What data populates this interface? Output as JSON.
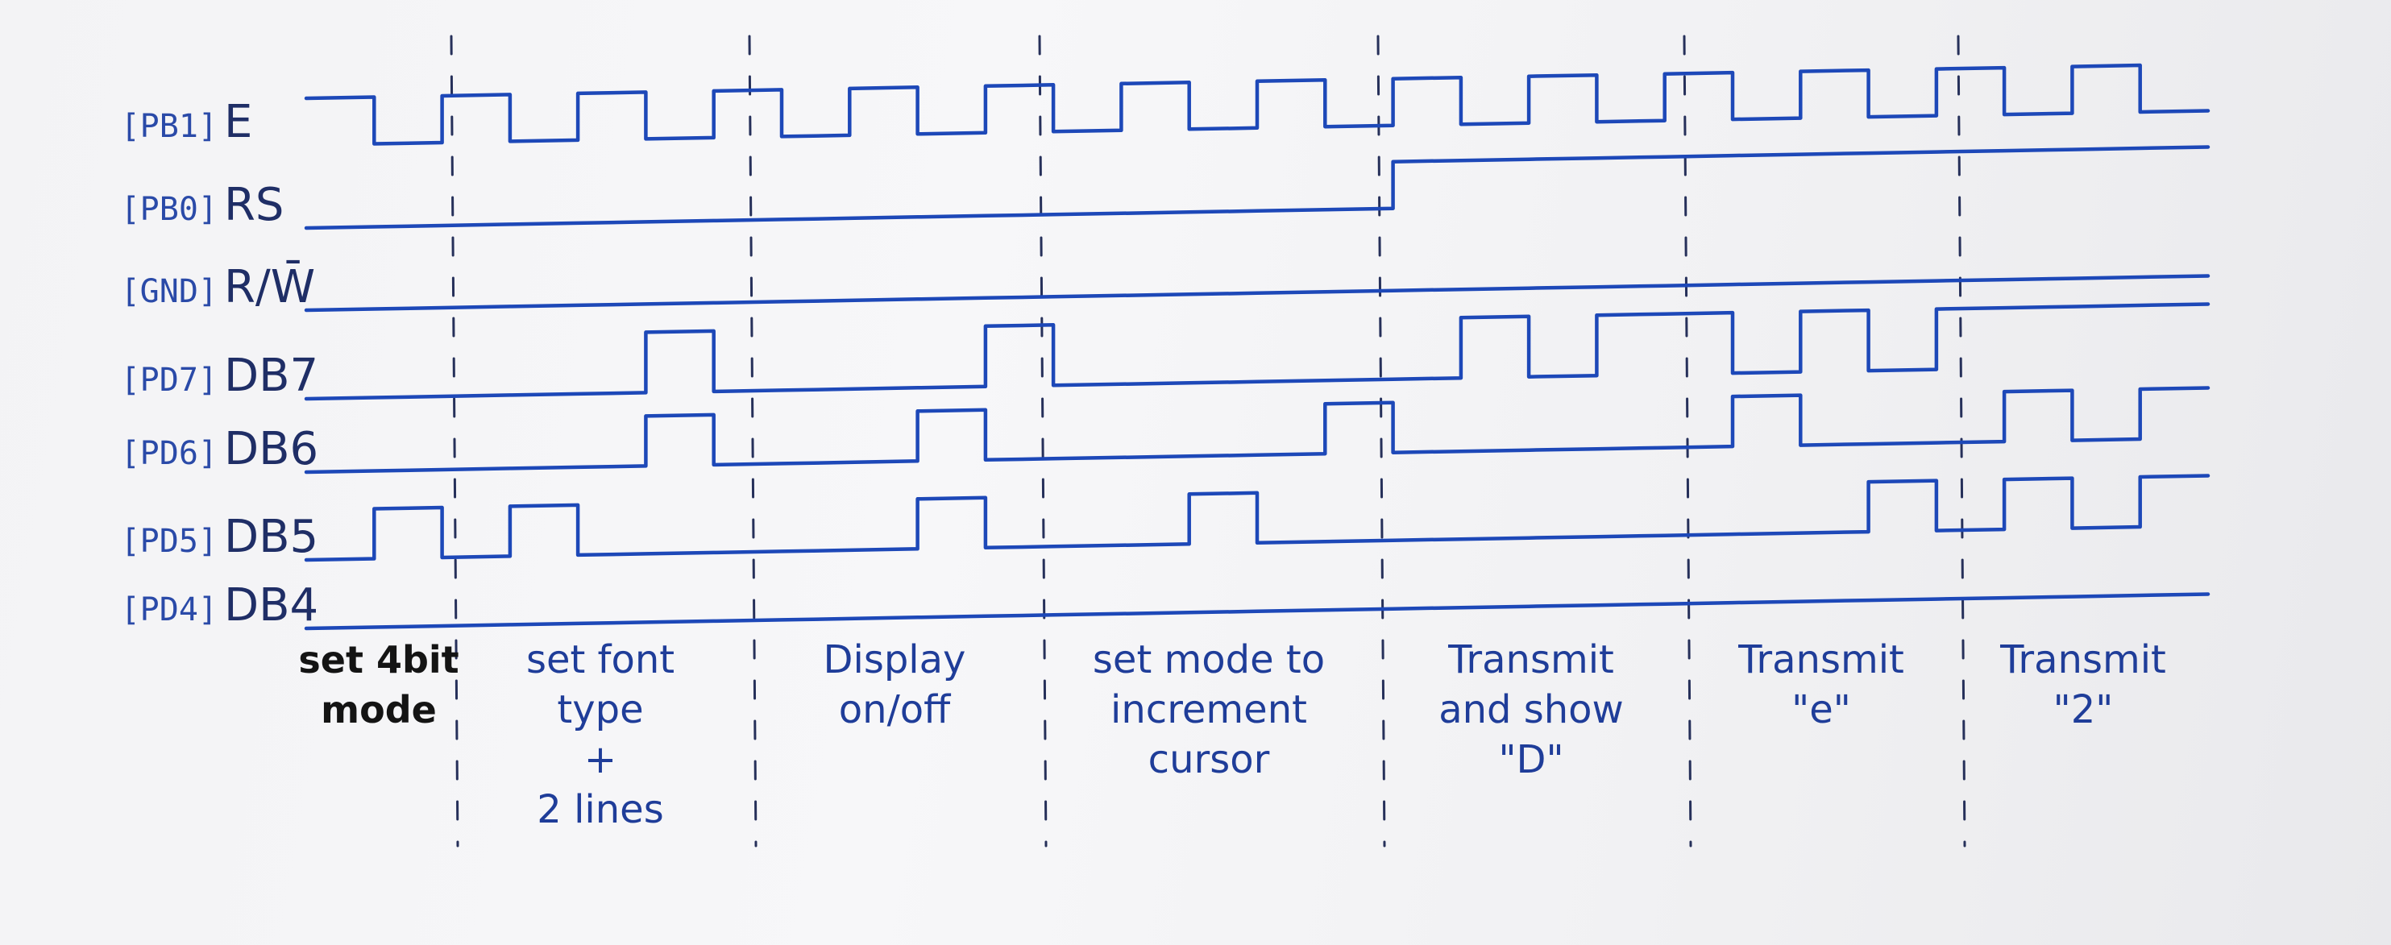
{
  "signals": [
    {
      "pin": "[PB1]",
      "name": "E",
      "levels": [
        1,
        0,
        1,
        0,
        1,
        0,
        1,
        0,
        1,
        0,
        1,
        0,
        1,
        0,
        1,
        0,
        1,
        0,
        1,
        0,
        1,
        0,
        1,
        0,
        1,
        0,
        1,
        0
      ]
    },
    {
      "pin": "[PB0]",
      "name": "RS",
      "levels": [
        0,
        0,
        0,
        0,
        0,
        0,
        0,
        0,
        0,
        0,
        0,
        0,
        0,
        0,
        0,
        0,
        1,
        1,
        1,
        1,
        1,
        1,
        1,
        1,
        1,
        1,
        1,
        1
      ]
    },
    {
      "pin": "[GND]",
      "name": "R/W̄",
      "levels": [
        0,
        0,
        0,
        0,
        0,
        0,
        0,
        0,
        0,
        0,
        0,
        0,
        0,
        0,
        0,
        0,
        0,
        0,
        0,
        0,
        0,
        0,
        0,
        0,
        0,
        0,
        0,
        0
      ]
    },
    {
      "pin": "[PD7]",
      "name": "DB7",
      "levels": [
        0,
        0,
        0,
        0,
        0,
        1,
        0,
        0,
        0,
        0,
        1,
        0,
        0,
        0,
        0,
        0,
        0,
        1,
        0,
        1,
        1,
        0,
        1,
        0,
        1,
        1,
        1,
        1
      ]
    },
    {
      "pin": "[PD6]",
      "name": "DB6",
      "levels": [
        0,
        0,
        0,
        0,
        0,
        1,
        0,
        0,
        0,
        1,
        0,
        0,
        0,
        0,
        0,
        1,
        0,
        0,
        0,
        0,
        0,
        1,
        0,
        0,
        0,
        1,
        0,
        1
      ]
    },
    {
      "pin": "[PD5]",
      "name": "DB5",
      "levels": [
        0,
        1,
        0,
        1,
        0,
        0,
        0,
        0,
        0,
        1,
        0,
        0,
        0,
        1,
        0,
        0,
        0,
        0,
        0,
        0,
        0,
        0,
        0,
        1,
        0,
        1,
        0,
        1
      ]
    },
    {
      "pin": "[PD4]",
      "name": "DB4",
      "levels": [
        0,
        0,
        0,
        0,
        0,
        0,
        0,
        0,
        0,
        0,
        0,
        0,
        0,
        0,
        0,
        0,
        0,
        0,
        0,
        0,
        0,
        0,
        0,
        0,
        0,
        0,
        0,
        0
      ]
    }
  ],
  "annotations": [
    [
      "set 4bit",
      "mode"
    ],
    [
      "set font",
      "type",
      "+",
      "2 lines"
    ],
    [
      "Display",
      "on/off"
    ],
    [
      "set mode to",
      "increment",
      "cursor"
    ],
    [
      "Transmit",
      "and show",
      "\"D\""
    ],
    [
      "Transmit",
      "\"e\""
    ],
    [
      "Transmit",
      "\"2\""
    ]
  ]
}
